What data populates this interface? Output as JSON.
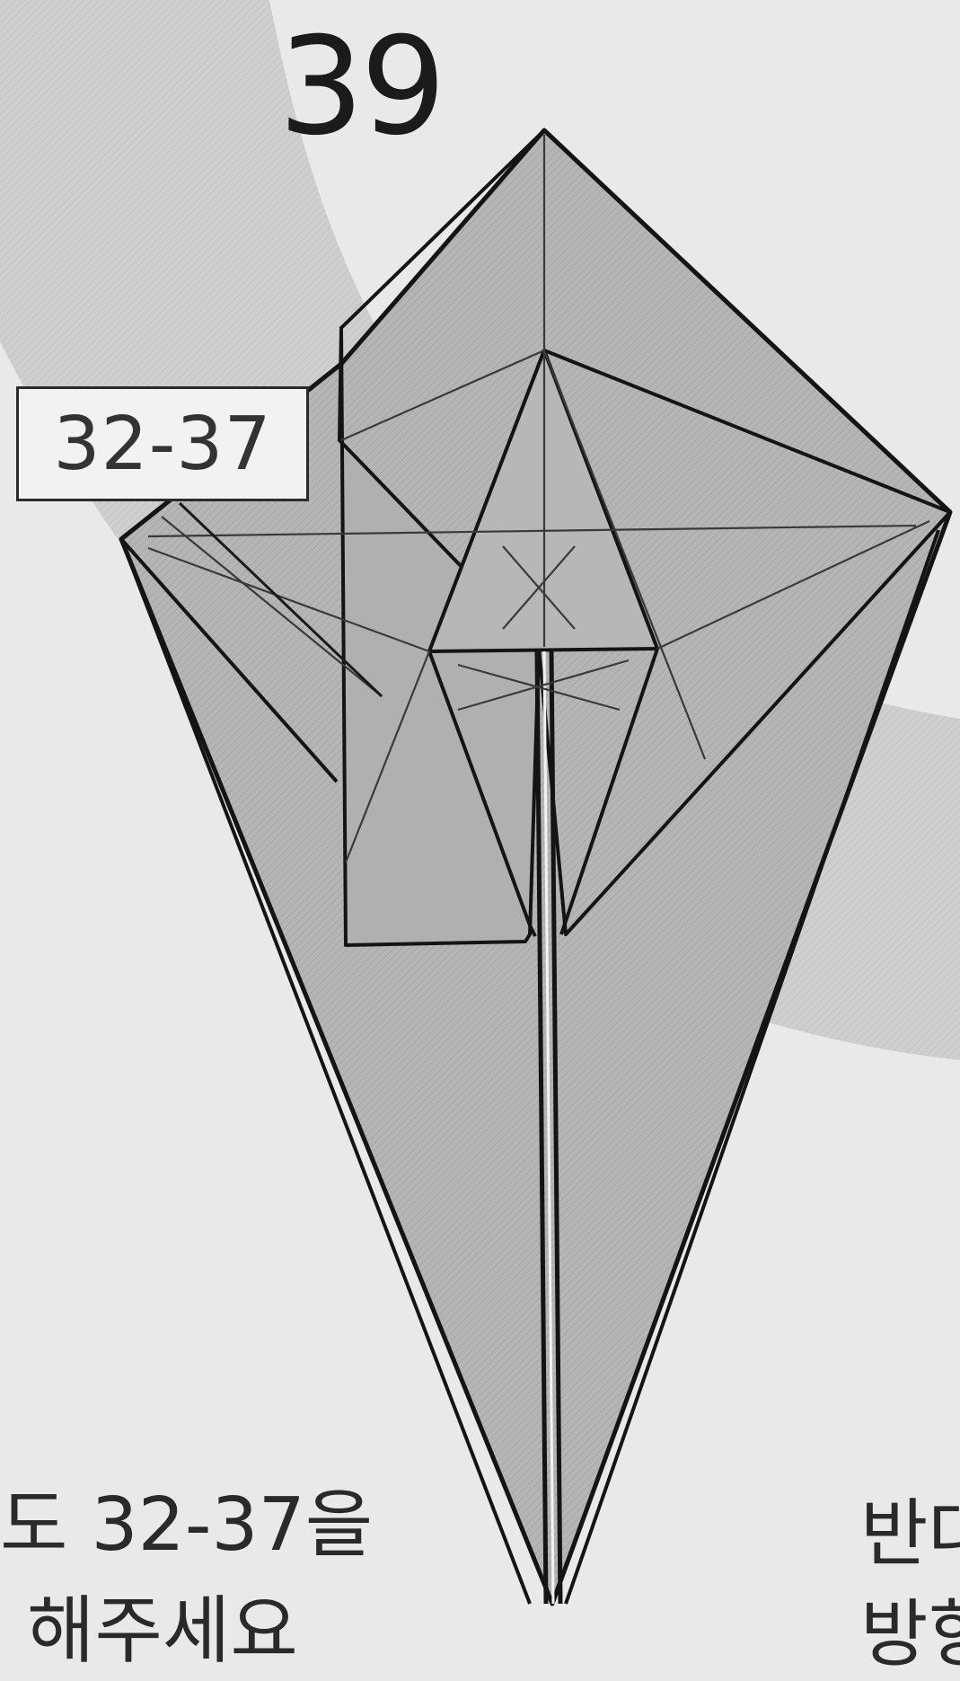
{
  "diagram": {
    "step_number": "39",
    "reference_label": "32-37",
    "caption_left_line1": "도 32-37을",
    "caption_left_line2": "해주세요",
    "caption_right_line1": "반대",
    "caption_right_line2": "방향",
    "colors": {
      "background": "#e9e9e9",
      "band": "#c9c9c9",
      "paper_fill": "#b4b4b4",
      "line": "#141414",
      "thin_line": "#3a3a3a"
    }
  }
}
